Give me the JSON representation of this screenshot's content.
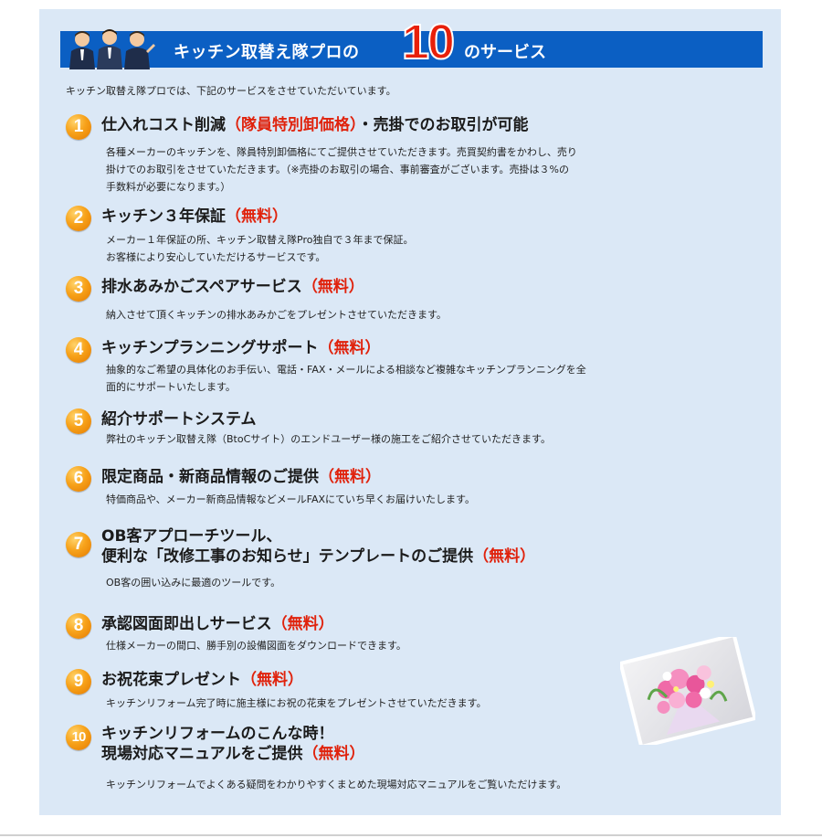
{
  "header": {
    "title_before": "キッチン取替え隊プロの",
    "number": "10",
    "title_after": "のサービス"
  },
  "intro": "キッチン取替え隊プロでは、下記のサービスをさせていただいています。",
  "services": [
    {
      "num": "1",
      "title_lines": [
        "仕入れコスト削減"
      ],
      "highlight": "（隊員特別卸価格）",
      "suffix": "・売掛でのお取引が可能",
      "desc": [
        "各種メーカーのキッチンを、隊員特別卸価格にてご提供させていただきます。売買契約書をかわし、売り",
        "掛けでのお取引をさせていただきます。（※売掛のお取引の場合、事前審査がございます。売掛は３%の",
        "手数料が必要になります。）"
      ]
    },
    {
      "num": "2",
      "title_lines": [
        "キッチン３年保証"
      ],
      "highlight": "（無料）",
      "suffix": "",
      "desc": [
        "メーカー１年保証の所、キッチン取替え隊Pro独自で３年まで保証。",
        "お客様により安心していただけるサービスです。"
      ]
    },
    {
      "num": "3",
      "title_lines": [
        "排水あみかごスペアサービス"
      ],
      "highlight": "（無料）",
      "suffix": "",
      "desc": [
        "納入させて頂くキッチンの排水あみかごをプレゼントさせていただきます。"
      ]
    },
    {
      "num": "4",
      "title_lines": [
        "キッチンプランニングサポート"
      ],
      "highlight": "（無料）",
      "suffix": "",
      "desc": [
        "抽象的なご希望の具体化のお手伝い、電話・FAX・メールによる相談など複雑なキッチンプランニングを全",
        "面的にサポートいたします。"
      ]
    },
    {
      "num": "5",
      "title_lines": [
        "紹介サポートシステム"
      ],
      "highlight": "",
      "suffix": "",
      "desc": [
        "弊社のキッチン取替え隊（BtoCサイト）のエンドユーザー様の施工をご紹介させていただきます。"
      ]
    },
    {
      "num": "6",
      "title_lines": [
        "限定商品・新商品情報のご提供"
      ],
      "highlight": "（無料）",
      "suffix": "",
      "desc": [
        "特価商品や、メーカー新商品情報などメールFAXにていち早くお届けいたします。"
      ]
    },
    {
      "num": "7",
      "title_lines": [
        "OB客アプローチツール、",
        "便利な「改修工事のお知らせ」テンプレートのご提供"
      ],
      "highlight": "（無料）",
      "suffix": "",
      "desc": [
        "OB客の囲い込みに最適のツールです。"
      ]
    },
    {
      "num": "8",
      "title_lines": [
        "承認図面即出しサービス"
      ],
      "highlight": "（無料）",
      "suffix": "",
      "desc": [
        "仕様メーカーの間口、勝手別の設備図面をダウンロードできます。"
      ]
    },
    {
      "num": "9",
      "title_lines": [
        "お祝花束プレゼント"
      ],
      "highlight": "（無料）",
      "suffix": "",
      "desc": [
        "キッチンリフォーム完了時に施主様にお祝の花束をプレゼントさせていただきます。"
      ]
    },
    {
      "num": "10",
      "title_lines": [
        "キッチンリフォームのこんな時！",
        "現場対応マニュアルをご提供"
      ],
      "highlight": "（無料）",
      "suffix": "",
      "desc": [
        "キッチンリフォームでよくある疑問をわかりやすくまとめた現場対応マニュアルをご覧いただけます。"
      ]
    }
  ],
  "colors": {
    "panel": "#dbe8f6",
    "header_bar": "#0b5fc3",
    "accent_red": "#e0220c",
    "badge_orange": "#f7a21a"
  }
}
